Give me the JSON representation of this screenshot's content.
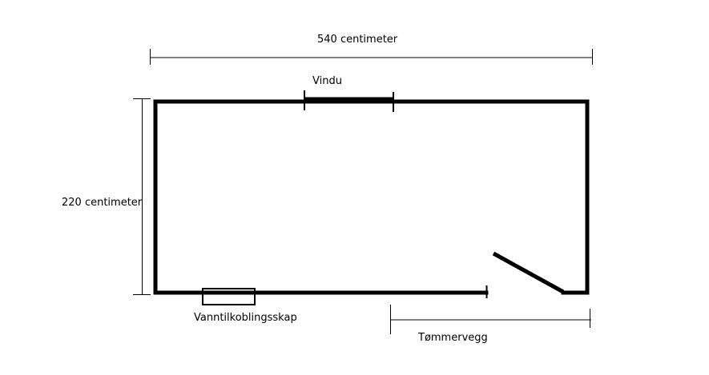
{
  "labels": {
    "width_dimension": "540 centimeter",
    "height_dimension": "220 centimeter",
    "window": "Vindu",
    "water_cabinet": "Vanntilkoblingsskap",
    "log_wall": "Tømmervegg"
  },
  "colors": {
    "line": "#000000",
    "background": "#ffffff"
  }
}
